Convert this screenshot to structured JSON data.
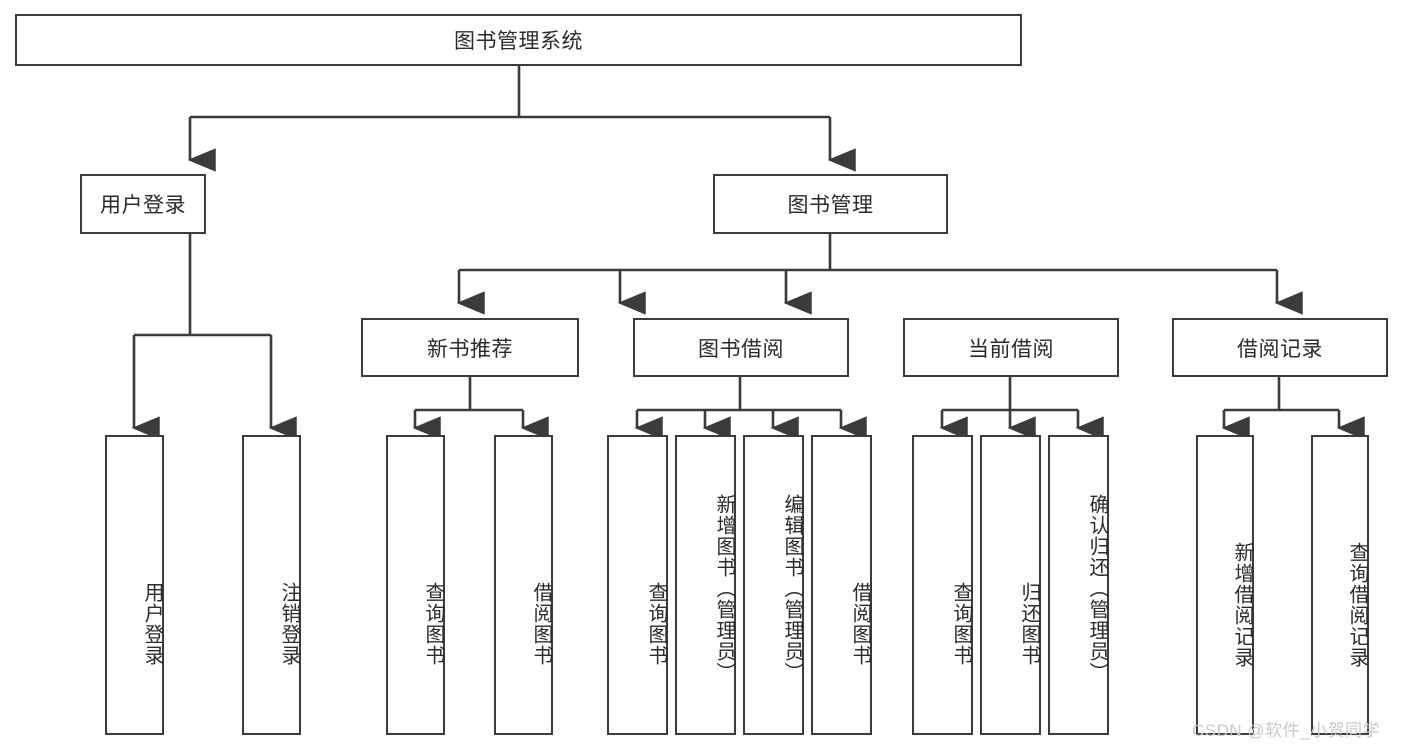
{
  "diagram": {
    "type": "hierarchy-tree",
    "title": "图书管理系统",
    "orientation": "top-down",
    "levels": 4,
    "colors": {
      "stroke": "#3b3b3b",
      "fill": "#ffffff",
      "text": "#2b2b2b",
      "watermark": "#c9c9c9"
    }
  },
  "watermark": {
    "text": "CSDN @软件_小贺同学"
  },
  "nodes": {
    "root": {
      "label": "图书管理系统"
    },
    "level2": [
      {
        "label": "用户登录"
      },
      {
        "label": "图书管理"
      }
    ],
    "level3": [
      {
        "label": "新书推荐"
      },
      {
        "label": "图书借阅"
      },
      {
        "label": "当前借阅"
      },
      {
        "label": "借阅记录"
      }
    ],
    "leaves_user_login": [
      {
        "label": "用户登录"
      },
      {
        "label": "注销登录"
      }
    ],
    "leaves_new_book": [
      {
        "label": "查询图书"
      },
      {
        "label": "借阅图书"
      }
    ],
    "leaves_borrow": [
      {
        "label": "查询图书"
      },
      {
        "label": "新增图书（管理员）"
      },
      {
        "label": "编辑图书（管理员）"
      },
      {
        "label": "借阅图书"
      }
    ],
    "leaves_current": [
      {
        "label": "查询图书"
      },
      {
        "label": "归还图书"
      },
      {
        "label": "确认归还（管理员）"
      }
    ],
    "leaves_records": [
      {
        "label": "新增借阅记录"
      },
      {
        "label": "查询借阅记录"
      }
    ]
  }
}
